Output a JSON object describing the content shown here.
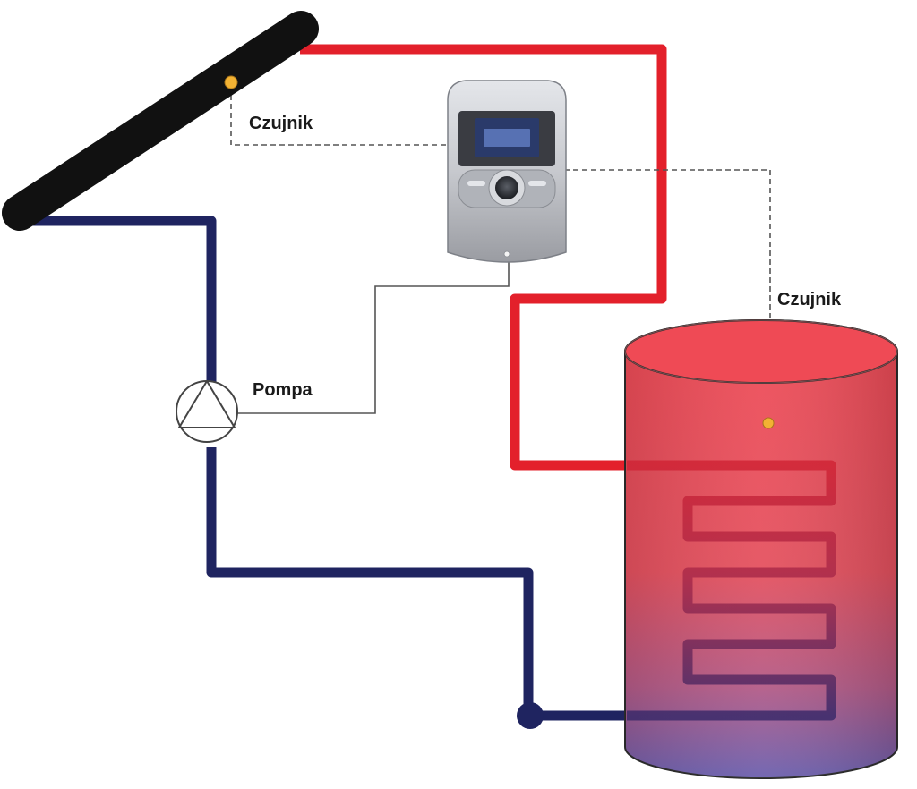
{
  "labels": {
    "collector_sensor": "Czujnik",
    "tank_sensor": "Czujnik",
    "pump": "Pompa"
  },
  "colors": {
    "hot_pipe": "#e3202b",
    "cold_pipe": "#1f2460",
    "collector": "#111111",
    "sensor_dot": "#f2b233",
    "tank_top": "#ef4a55",
    "tank_bottom": "#6a5fae",
    "controller_body": "#c4c6cb",
    "controller_screen": "#2a3a6a"
  },
  "icons": {
    "pump": "pump-triangle-icon",
    "controller": "solar-controller-icon",
    "collector": "solar-collector-icon",
    "tank": "storage-tank-icon"
  }
}
